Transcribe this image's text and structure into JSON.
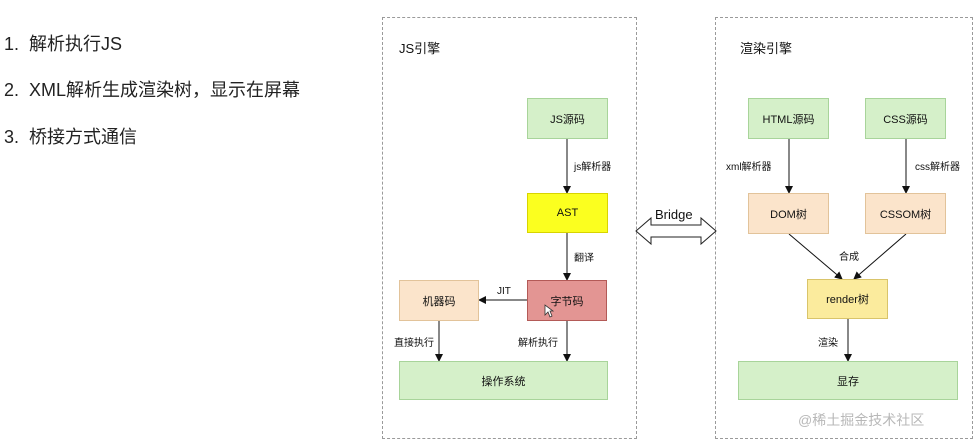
{
  "list": [
    {
      "number": "1.",
      "text": "解析执行JS"
    },
    {
      "number": "2.",
      "text": "XML解析生成渲染树，显示在屏幕"
    },
    {
      "number": "3.",
      "text": "桥接方式通信"
    }
  ],
  "js_engine": {
    "title": "JS引擎",
    "nodes": {
      "source": "JS源码",
      "ast": "AST",
      "bytecode": "字节码",
      "machine_code": "机器码",
      "os": "操作系统"
    },
    "edges": {
      "parser": "js解析器",
      "translate": "翻译",
      "jit": "JIT",
      "direct_exec": "直接执行",
      "interpret_exec": "解析执行"
    }
  },
  "bridge": {
    "label": "Bridge"
  },
  "render_engine": {
    "title": "渲染引擎",
    "nodes": {
      "html_source": "HTML源码",
      "css_source": "CSS源码",
      "dom_tree": "DOM树",
      "cssom_tree": "CSSOM树",
      "render_tree": "render树",
      "display": "显存"
    },
    "edges": {
      "xml_parser": "xml解析器",
      "css_parser": "css解析器",
      "merge": "合成",
      "render": "渲染"
    }
  },
  "watermark": "@稀土掘金技术社区",
  "colors": {
    "green": "#d5f0c9",
    "yellow": "#fbff1f",
    "red": "#e39593",
    "peach": "#fbe4cb",
    "lemon": "#fbeb9d"
  }
}
